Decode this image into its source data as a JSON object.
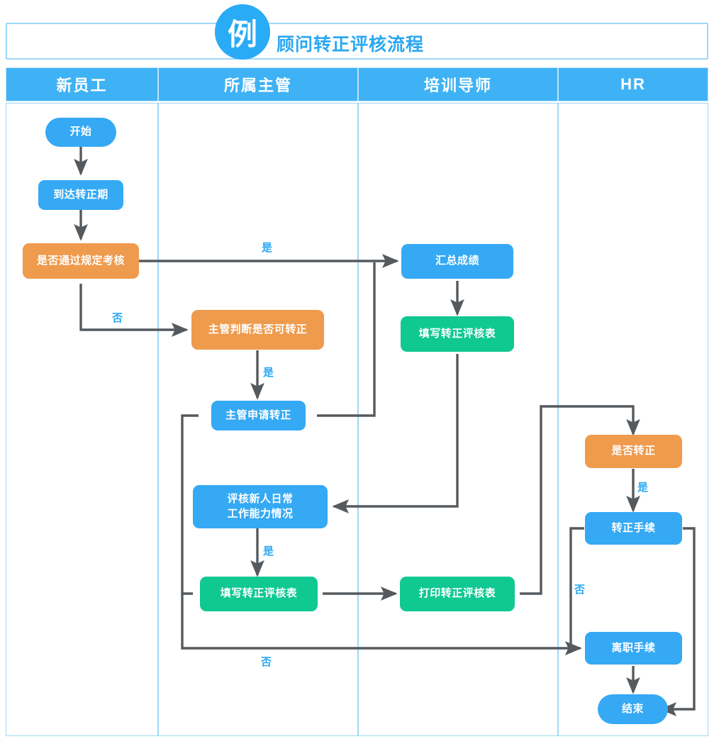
{
  "header": {
    "badge": "例",
    "title": "顾问转正评核流程"
  },
  "lanes": [
    {
      "id": "lane-new-employee",
      "label": "新员工"
    },
    {
      "id": "lane-supervisor",
      "label": "所属主管"
    },
    {
      "id": "lane-trainer",
      "label": "培训导师"
    },
    {
      "id": "lane-hr",
      "label": "HR"
    }
  ],
  "colors": {
    "blue": "#35A9F4",
    "orange": "#EE9B4E",
    "green": "#10C891",
    "header_blue": "#3FB2F5",
    "line_gray": "#555A5E",
    "label_blue": "#2aa7f2",
    "lane_border": "#9ed8f7"
  },
  "nodes": {
    "start": "开始",
    "reach_period": "到达转正期",
    "pass_assessment": "是否通过规定考核",
    "supervisor_judge": "主管判断是否可转正",
    "supervisor_apply": "主管申请转正",
    "evaluate_daily": "评核新人日常\n工作能力情况",
    "fill_form_sup": "填写转正评核表",
    "summarize_score": "汇总成绩",
    "fill_form_trainer": "填写转正评核表",
    "print_form": "打印转正评核表",
    "is_regularized": "是否转正",
    "regularize_process": "转正手续",
    "resign_process": "离职手续",
    "end": "结束"
  },
  "edge_labels": {
    "yes_1": "是",
    "no_1": "否",
    "yes_2": "是",
    "yes_3": "是",
    "yes_4": "是",
    "no_2": "否",
    "no_3": "否"
  },
  "chart_data": {
    "type": "diagram",
    "title": "顾问转正评核流程",
    "diagram_kind": "swimlane-flowchart",
    "lanes": [
      "新员工",
      "所属主管",
      "培训导师",
      "HR"
    ],
    "steps": [
      {
        "id": "start",
        "lane": "新员工",
        "label": "开始",
        "shape": "terminator",
        "color": "#35A9F4"
      },
      {
        "id": "reach_period",
        "lane": "新员工",
        "label": "到达转正期",
        "shape": "process",
        "color": "#35A9F4"
      },
      {
        "id": "pass_assessment",
        "lane": "新员工",
        "label": "是否通过规定考核",
        "shape": "decision",
        "color": "#EE9B4E"
      },
      {
        "id": "supervisor_judge",
        "lane": "所属主管",
        "label": "主管判断是否可转正",
        "shape": "decision",
        "color": "#EE9B4E"
      },
      {
        "id": "supervisor_apply",
        "lane": "所属主管",
        "label": "主管申请转正",
        "shape": "process",
        "color": "#35A9F4"
      },
      {
        "id": "evaluate_daily",
        "lane": "所属主管",
        "label": "评核新人日常工作能力情况",
        "shape": "process",
        "color": "#35A9F4"
      },
      {
        "id": "fill_form_sup",
        "lane": "所属主管",
        "label": "填写转正评核表",
        "shape": "process",
        "color": "#10C891"
      },
      {
        "id": "summarize_score",
        "lane": "培训导师",
        "label": "汇总成绩",
        "shape": "process",
        "color": "#35A9F4"
      },
      {
        "id": "fill_form_trainer",
        "lane": "培训导师",
        "label": "填写转正评核表",
        "shape": "process",
        "color": "#10C891"
      },
      {
        "id": "print_form",
        "lane": "培训导师",
        "label": "打印转正评核表",
        "shape": "process",
        "color": "#10C891"
      },
      {
        "id": "is_regularized",
        "lane": "HR",
        "label": "是否转正",
        "shape": "decision",
        "color": "#EE9B4E"
      },
      {
        "id": "regularize_process",
        "lane": "HR",
        "label": "转正手续",
        "shape": "process",
        "color": "#35A9F4"
      },
      {
        "id": "resign_process",
        "lane": "HR",
        "label": "离职手续",
        "shape": "process",
        "color": "#35A9F4"
      },
      {
        "id": "end",
        "lane": "HR",
        "label": "结束",
        "shape": "terminator",
        "color": "#35A9F4"
      }
    ],
    "edges": [
      {
        "from": "start",
        "to": "reach_period",
        "label": ""
      },
      {
        "from": "reach_period",
        "to": "pass_assessment",
        "label": ""
      },
      {
        "from": "pass_assessment",
        "to": "summarize_score",
        "label": "是"
      },
      {
        "from": "pass_assessment",
        "to": "supervisor_judge",
        "label": "否"
      },
      {
        "from": "supervisor_judge",
        "to": "supervisor_apply",
        "label": "是"
      },
      {
        "from": "summarize_score",
        "to": "fill_form_trainer",
        "label": ""
      },
      {
        "from": "fill_form_trainer",
        "to": "evaluate_daily",
        "label": ""
      },
      {
        "from": "supervisor_apply",
        "to": "summarize_score",
        "label": ""
      },
      {
        "from": "evaluate_daily",
        "to": "fill_form_sup",
        "label": "是"
      },
      {
        "from": "fill_form_sup",
        "to": "print_form",
        "label": ""
      },
      {
        "from": "print_form",
        "to": "is_regularized",
        "label": ""
      },
      {
        "from": "is_regularized",
        "to": "regularize_process",
        "label": "是"
      },
      {
        "from": "regularize_process",
        "to": "resign_process",
        "label": "否"
      },
      {
        "from": "regularize_process",
        "to": "end",
        "label": ""
      },
      {
        "from": "fill_form_sup",
        "to": "resign_process",
        "label": "否"
      },
      {
        "from": "resign_process",
        "to": "end",
        "label": ""
      },
      {
        "from": "supervisor_apply",
        "to": "evaluate_daily",
        "label": ""
      }
    ]
  }
}
